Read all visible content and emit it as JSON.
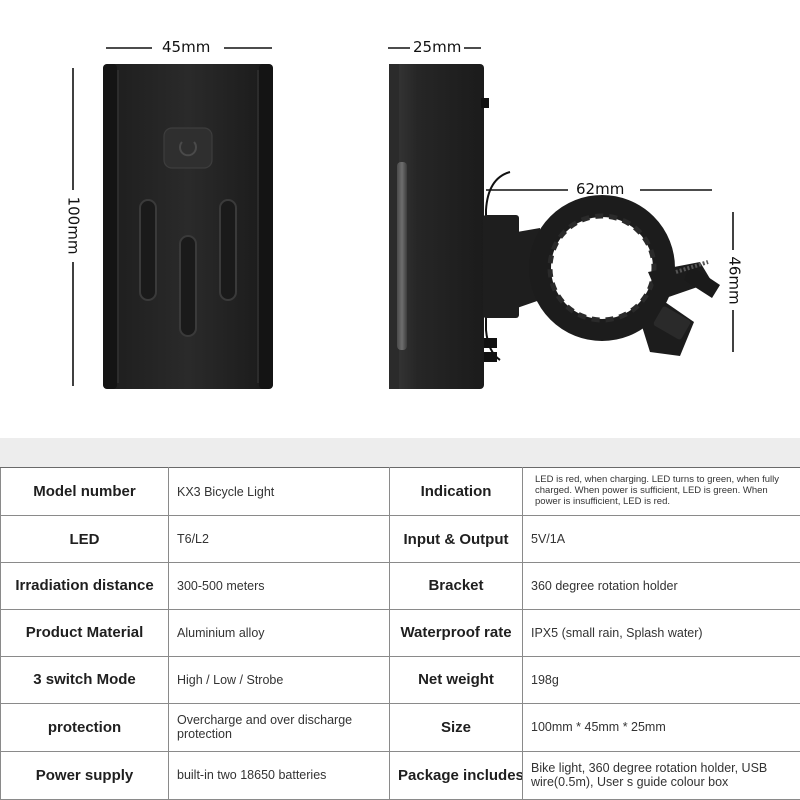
{
  "dimensions": {
    "front_width": "45mm",
    "front_height": "100mm",
    "side_depth": "25mm",
    "bracket_width": "62mm",
    "bracket_height": "46mm"
  },
  "specs": [
    {
      "label": "Model number",
      "value": "KX3 Bicycle Light",
      "label2": "Indication",
      "value2": "LED is red, when charging.  LED turns to green, when fully charged. When power is sufficient, LED is green. When power is insufficient, LED is red."
    },
    {
      "label": "LED",
      "value": "T6/L2",
      "label2": "Input & Output",
      "value2": "5V/1A"
    },
    {
      "label": "Irradiation distance",
      "value": "300-500 meters",
      "label2": "Bracket",
      "value2": "360 degree rotation holder"
    },
    {
      "label": "Product Material",
      "value": "Aluminium alloy",
      "label2": "Waterproof rate",
      "value2": "IPX5 (small rain, Splash water)"
    },
    {
      "label": "3 switch Mode",
      "value": "High / Low / Strobe",
      "label2": "Net weight",
      "value2": "198g"
    },
    {
      "label": "protection",
      "value": "Overcharge and over discharge protection",
      "label2": "Size",
      "value2": "100mm * 45mm * 25mm"
    },
    {
      "label": "Power supply",
      "value": "built-in two 18650 batteries",
      "label2": "Package includes",
      "value2": "Bike light, 360 degree rotation holder, USB wire(0.5m), User s guide colour box"
    }
  ]
}
